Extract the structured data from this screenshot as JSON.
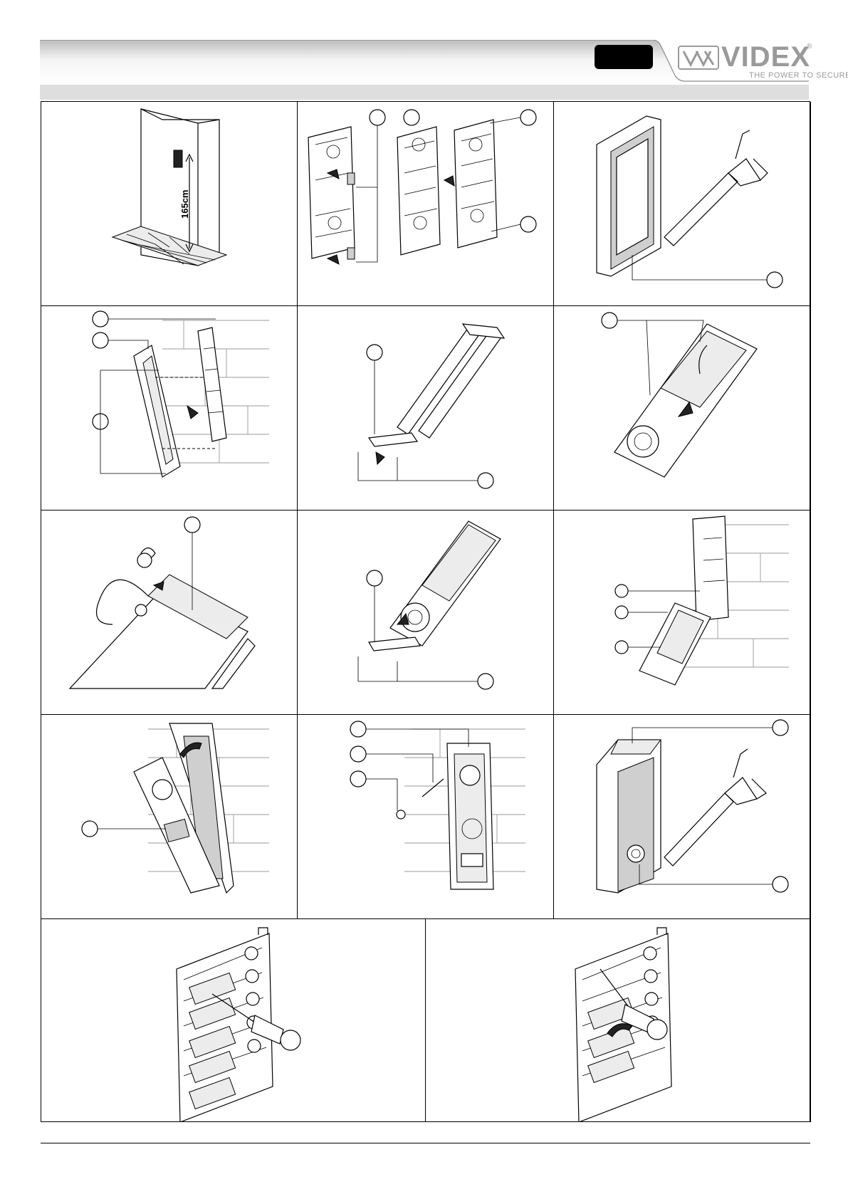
{
  "header": {
    "brand": "VIDEX",
    "registered": "®",
    "tagline": "THE POWER TO SECURE",
    "logo_icon": "videx-logo-icon"
  },
  "steps": {
    "height_label": "165cm"
  }
}
